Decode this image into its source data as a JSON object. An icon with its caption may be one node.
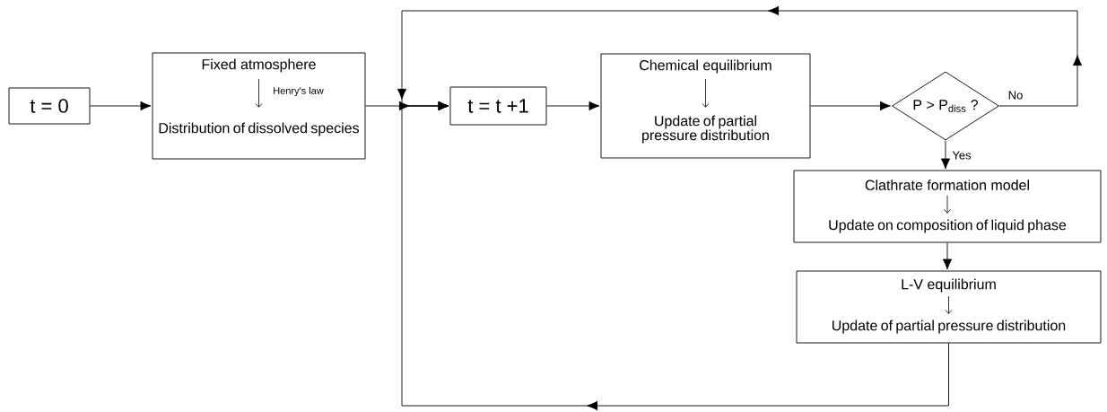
{
  "diagram": {
    "nodes": [
      {
        "text": [
          "t = 0"
        ]
      },
      {
        "text": [
          "Fixed atmosphere",
          "Henry's law",
          "Distribution of dissolved species"
        ]
      },
      {
        "text": [
          "t = t +1"
        ]
      },
      {
        "text": [
          "Chemical equilibrium",
          "Update of partial pressure distribution"
        ]
      },
      {
        "text": [
          "P > P$_{diss}$ ?"
        ]
      },
      {
        "text": [
          "Clathrate formation model",
          "Update on composition of liquid phase"
        ]
      },
      {
        "text": [
          "L-V equilibrium",
          "Update of partial pressure distribution"
        ]
      }
    ],
    "edges": [
      {
        "from": 0,
        "to": 1,
        "arrow": "to"
      },
      {
        "from": 1,
        "to": 2,
        "arrow": "to"
      },
      {
        "from": 2,
        "to": 3,
        "arrow": "to"
      },
      {
        "from": 3,
        "to": 4,
        "arrow": "to"
      },
      {
        "from": 4,
        "to": 5,
        "arrow": "to",
        "label": "Yes"
      },
      {
        "from": 5,
        "to": 6,
        "arrow": "to"
      },
      {
        "from": 4,
        "to": 2,
        "arrow": "to",
        "label": "No"
      },
      {
        "from": 6,
        "to": 2,
        "arrow": "to"
      }
    ]
  }
}
